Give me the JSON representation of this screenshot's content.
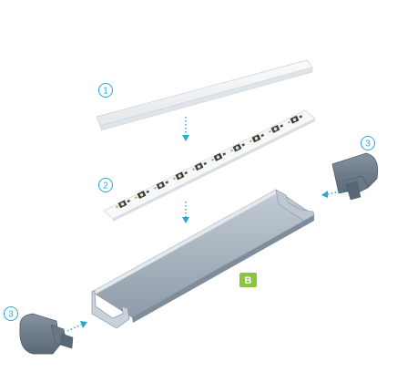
{
  "callouts": {
    "diffuser": "1",
    "led_strip": "2",
    "end_cap_right": "3",
    "end_cap_left": "3"
  },
  "profile_badge": "B",
  "colors": {
    "accent": "#2ba7d6",
    "badge": "#8cc63f",
    "cap": "#6d7a89",
    "aluminium": "#b8c3cd",
    "diffuser": "#f1f3f5"
  },
  "icons": {
    "arrow": "dotted-arrow-icon"
  }
}
